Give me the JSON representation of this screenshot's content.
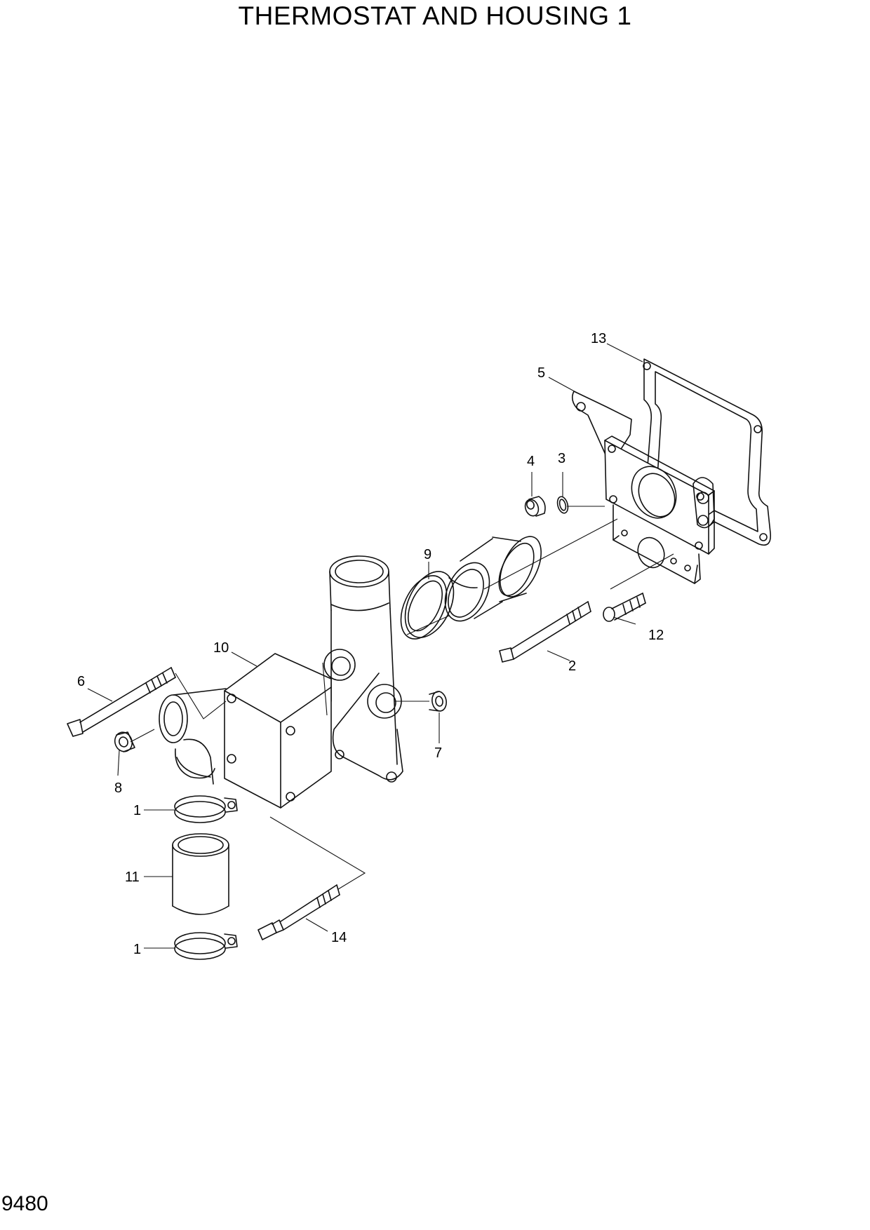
{
  "title": "THERMOSTAT AND HOUSING 1",
  "page_number": "9480",
  "callouts": [
    "13",
    "5",
    "4",
    "3",
    "9",
    "10",
    "6",
    "2",
    "12",
    "7",
    "8",
    "1",
    "11",
    "14",
    "1"
  ]
}
